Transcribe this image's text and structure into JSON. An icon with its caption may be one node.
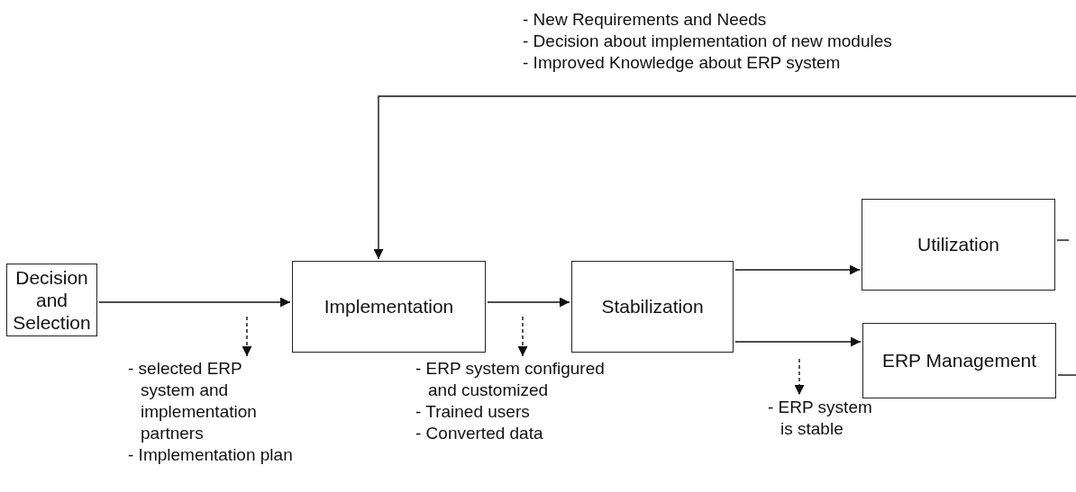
{
  "diagram": {
    "nodes": [
      {
        "text": [
          "Decision and Selection"
        ]
      },
      {
        "text": [
          "Implementation"
        ]
      },
      {
        "text": [
          "Stabilization"
        ]
      },
      {
        "text": [
          "Utilization"
        ]
      },
      {
        "text": [
          "ERP Management"
        ]
      },
      {
        "text": [
          "- selected ERP system and implementation partners",
          "- Implementation plan"
        ]
      },
      {
        "text": [
          "- ERP system configured and customized",
          "- Trained users",
          "- Converted data"
        ]
      },
      {
        "text": [
          "- ERP system is stable"
        ]
      }
    ],
    "edges": [
      {
        "from": 0,
        "to": 1,
        "arrow": "to"
      },
      {
        "from": 1,
        "to": 2,
        "arrow": "to"
      },
      {
        "from": 2,
        "to": 3,
        "arrow": "to"
      },
      {
        "from": 2,
        "to": 4,
        "arrow": "to"
      },
      {
        "from": null,
        "to": 5,
        "arrow": "to",
        "style": "dashed"
      },
      {
        "from": null,
        "to": 6,
        "arrow": "to",
        "style": "dashed"
      },
      {
        "from": null,
        "to": 7,
        "arrow": "to",
        "style": "dashed"
      },
      {
        "from": null,
        "to": 1,
        "arrow": "to"
      },
      {
        "from": 3,
        "to": null,
        "arrow": "none"
      },
      {
        "from": 4,
        "to": null,
        "arrow": "none"
      }
    ],
    "labels": [
      "- New Requirements and Needs",
      "- Decision about implementation of new modules",
      "- Improved Knowledge about ERP system"
    ]
  }
}
